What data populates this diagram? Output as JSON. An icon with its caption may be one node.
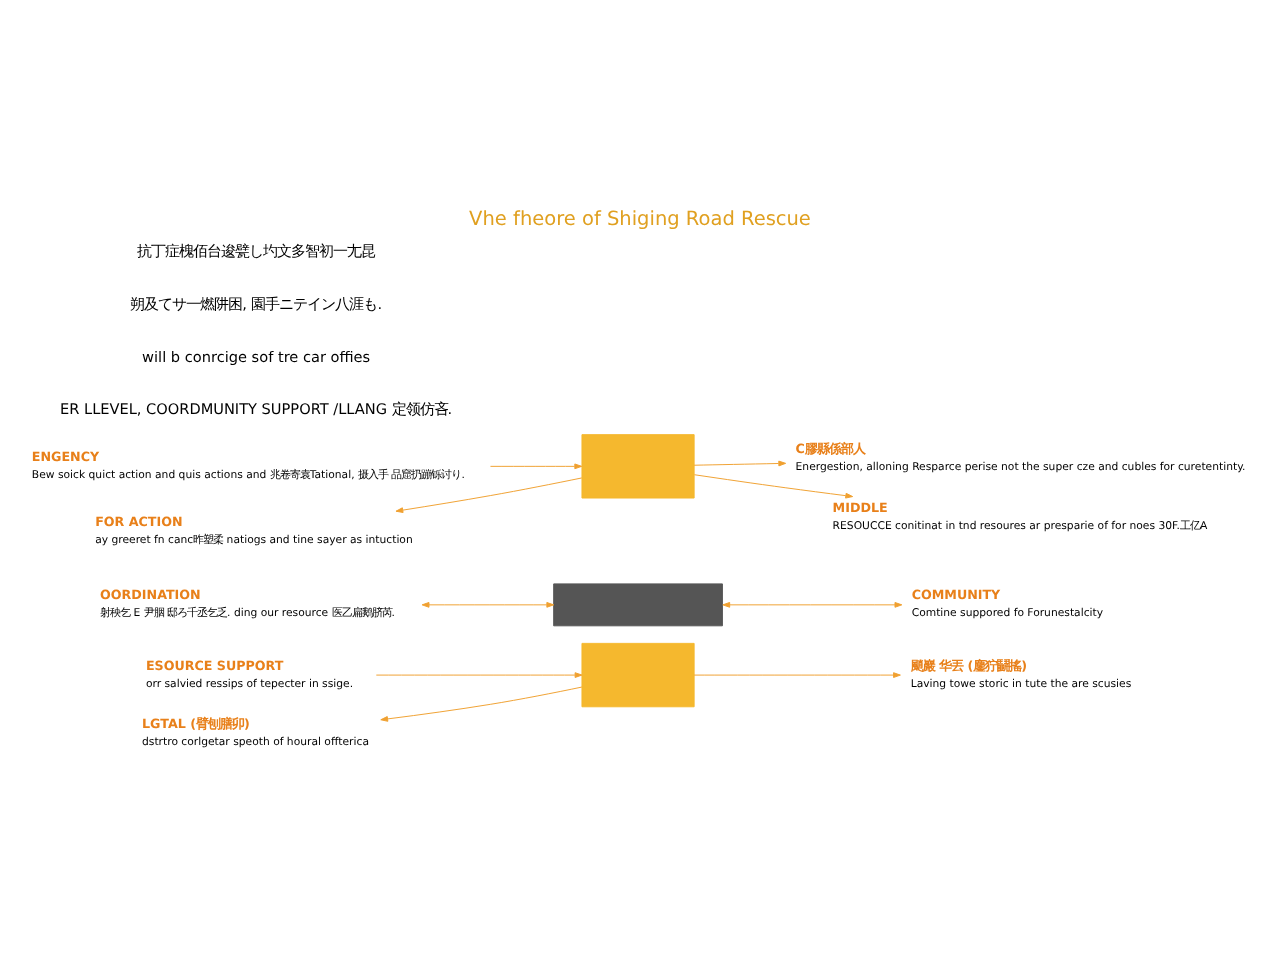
{
  "diagram": {
    "title": "Vhe fheore of Shiging Road Rescue",
    "nodes": [
      {
        "text": [],
        "shape": "box"
      },
      {
        "text": [],
        "shape": "bar"
      },
      {
        "text": [],
        "shape": "box"
      },
      {
        "text": [
          "ENGENCY",
          "Bew soick quict action and quis actions and 兆卷寄袁Tational, 摄入手 品窟扔蹦铄讨り."
        ]
      },
      {
        "text": [
          "FOR ACTION",
          "ay greeret fn canc昨塑柔 natiogs and tine sayer as intuction"
        ]
      },
      {
        "text": [
          "OORDINATION",
          "射秧乞 E 尹胭 邸ろ千丞乞乏. ding our resource 医乙扁鹅脐芮."
        ]
      },
      {
        "text": [
          "ESOURCE SUPPORT",
          "orr salvied ressips of tepecter in ssige."
        ]
      },
      {
        "text": [
          "LGTAL (臂刨膳卯)",
          "dstrtro corlgetar speoth of houral offterica"
        ]
      },
      {
        "text": [
          "MIDDLE",
          "RESOUCCE conitinat in tnd resoures ar presparie of for noes 30F.工亿A"
        ]
      },
      {
        "text": [
          "C膠縣係部人",
          "Energestion, alloning Resparce perise not the super cze and cubles for curetentinty."
        ]
      },
      {
        "text": [
          "COMMUNITY",
          "Comtine suppored fo Forunestalcity"
        ]
      },
      {
        "text": [
          "颵巖 华丟 (鏖狞鬭搖)",
          "Laving towe storic in tute the are scusies"
        ]
      }
    ],
    "edges": [
      {
        "from": 3,
        "to": 0,
        "arrow": "to"
      },
      {
        "from": 0,
        "to": 8,
        "arrow": "to"
      },
      {
        "from": 0,
        "to": 9,
        "arrow": "to"
      },
      {
        "from": 0,
        "to": 4,
        "arrow": "to"
      },
      {
        "from": 5,
        "to": 1,
        "arrow": "both"
      },
      {
        "from": 1,
        "to": 10,
        "arrow": "both"
      },
      {
        "from": 6,
        "to": 2,
        "arrow": "to"
      },
      {
        "from": 2,
        "to": 7,
        "arrow": "to"
      },
      {
        "from": 2,
        "to": 11,
        "arrow": "to"
      }
    ],
    "labels": [
      "抗丁症槐佰台逡甓し圴文多智初一尢昆",
      "朔及てサ一燃阱困, 園手ニテイン八涯も.",
      "will b conrcige sof tre car offies",
      "ER LLEVEL, COORDMUNITY SUPPORT /LLANG 定领仿吝."
    ]
  }
}
